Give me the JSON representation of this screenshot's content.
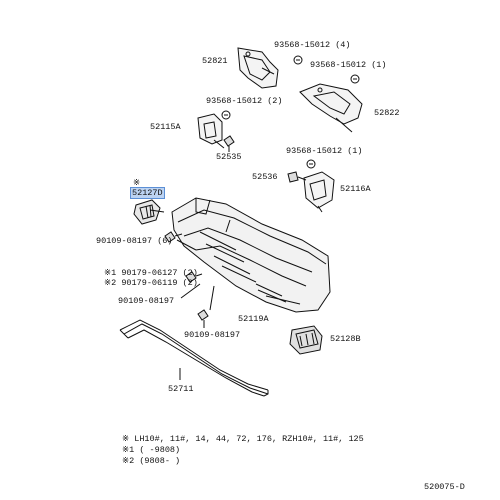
{
  "labels": {
    "p52821": "52821",
    "p93568_4": "93568-15012 (4)",
    "p93568_1": "93568-15012 (1)",
    "p52822": "52822",
    "p93568_2": "93568-15012 (2)",
    "p52115A": "52115A",
    "p52535": "52535",
    "p93568_1b": "93568-15012 (1)",
    "p52536": "52536",
    "p52116A": "52116A",
    "p52127D_mark": "※",
    "p52127D": "52127D",
    "p90109_6": "90109-08197 (6)",
    "p90179_06127": "※1 90179-06127 (2)",
    "p90179_06119": "※2 90179-06119 (2)",
    "p90109_08197a": "90109-08197",
    "p52119A": "52119A",
    "p90109_08197b": "90109-08197",
    "p52128B": "52128B",
    "p52711": "52711"
  },
  "notes": {
    "line1": "※   LH10#, 11#, 14, 44, 72, 176, RZH10#, 11#, 125",
    "line2": "※1  (      -9808)",
    "line3": "※2  (9808-      )"
  },
  "diagram_id": "520075-D",
  "colors": {
    "highlight_fill": "#bcd3f2",
    "highlight_border": "#5b8fd6",
    "ink": "#111111"
  }
}
